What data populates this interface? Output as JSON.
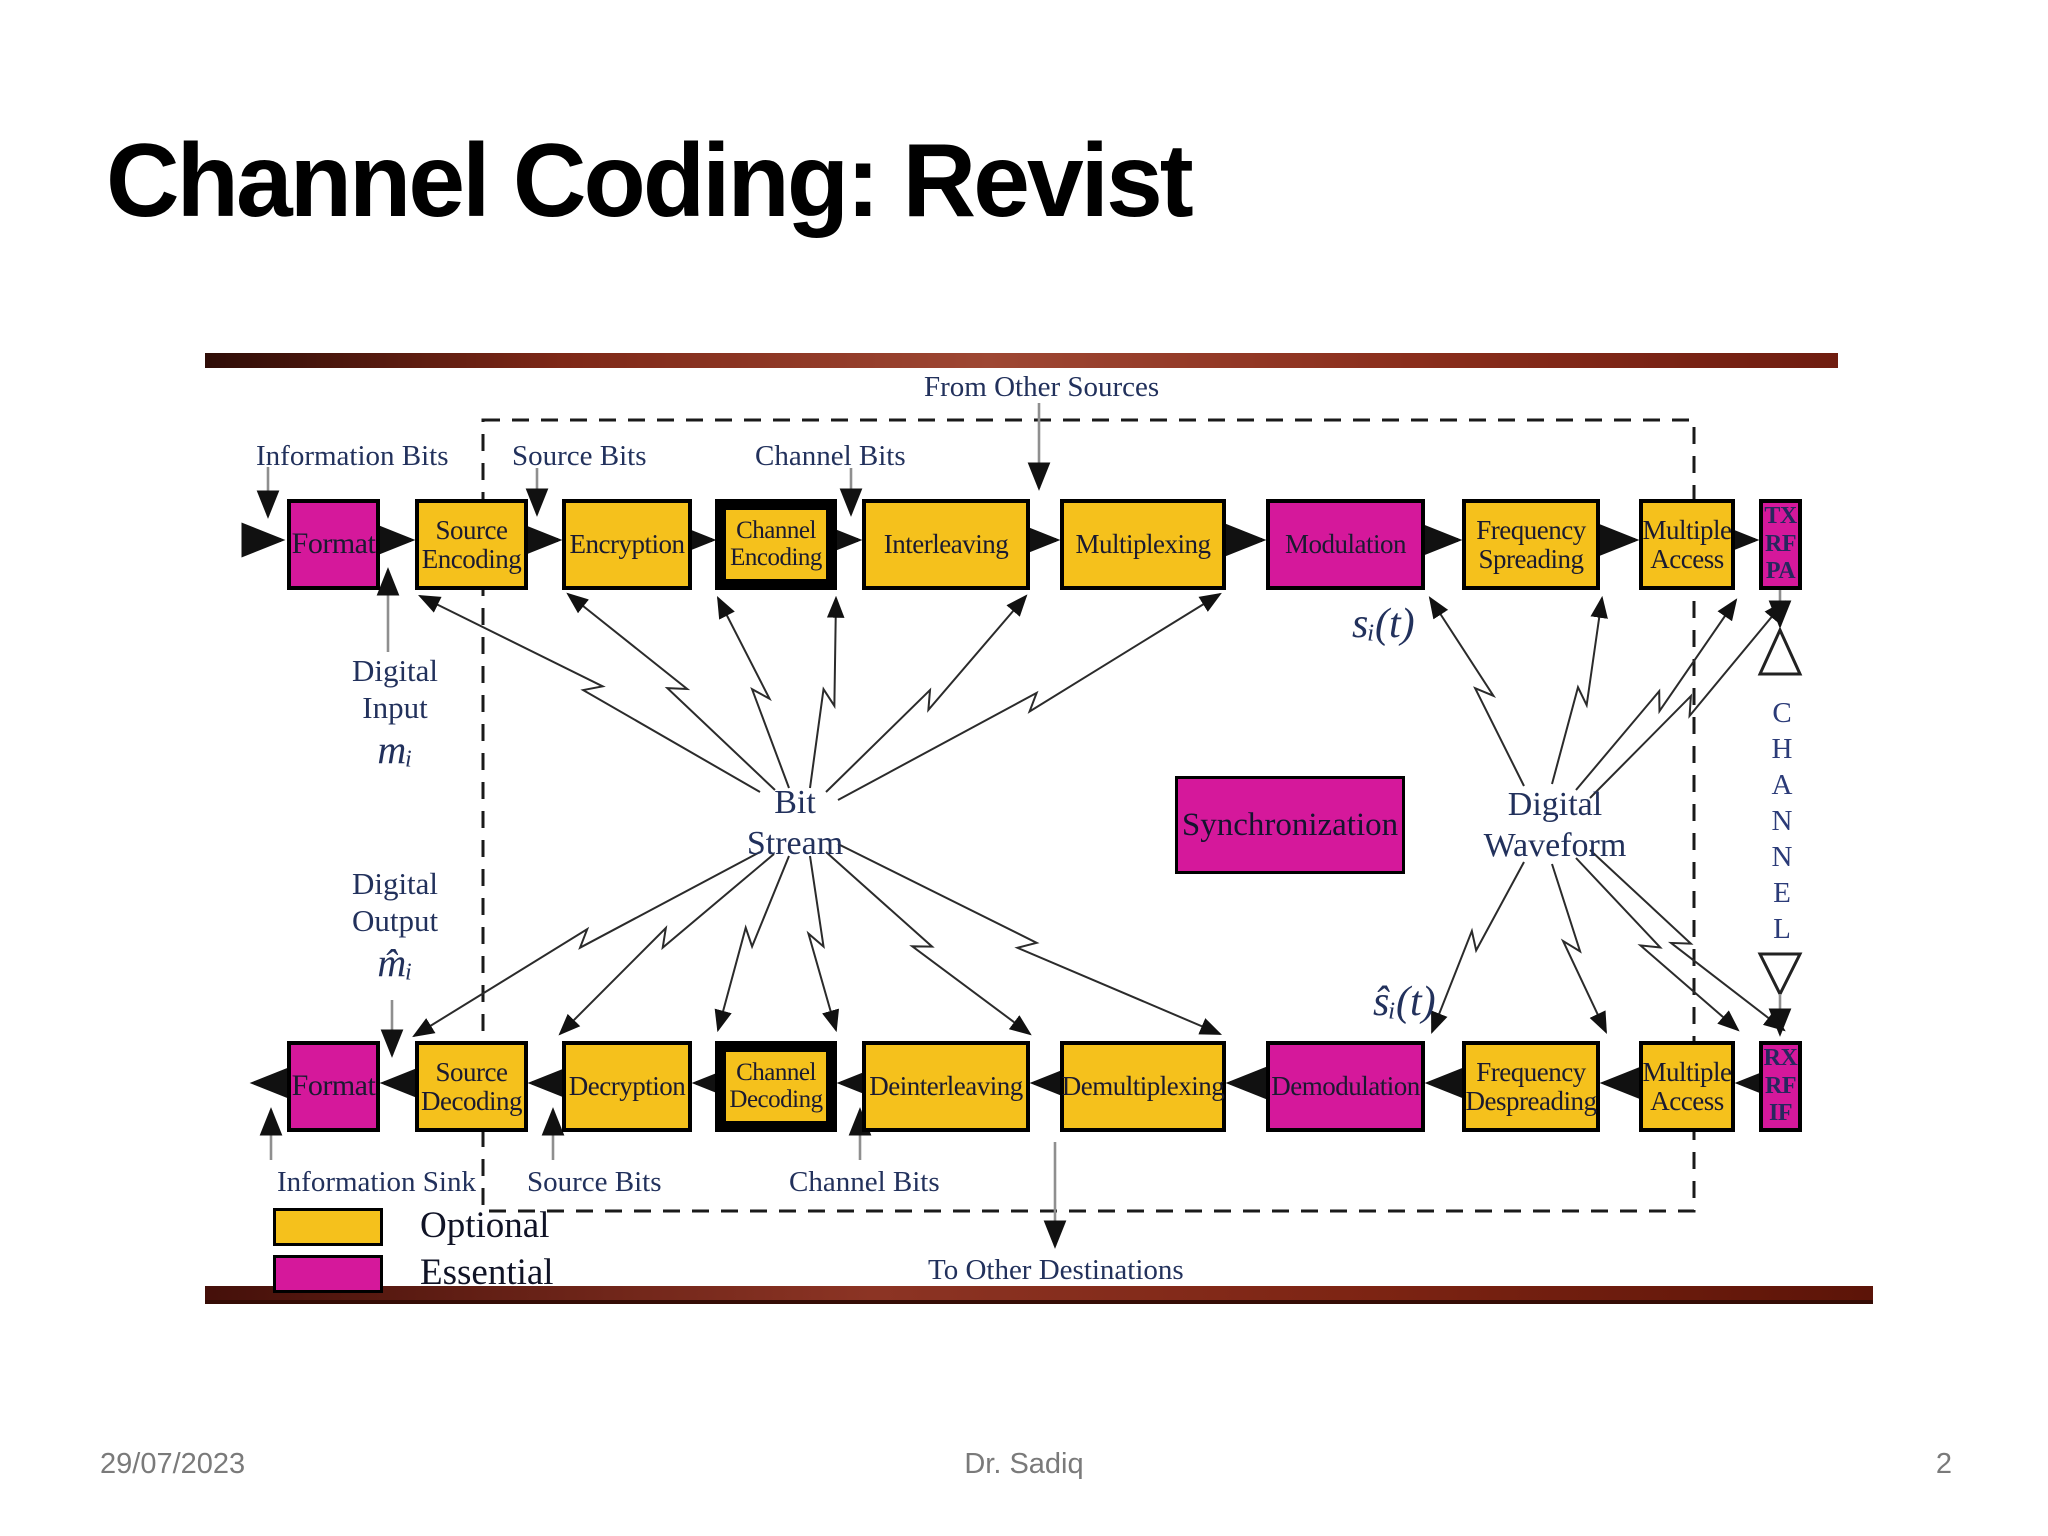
{
  "slide": {
    "title": "Channel Coding: Revist",
    "footer": {
      "date": "29/07/2023",
      "author": "Dr. Sadiq",
      "page": "2"
    }
  },
  "colors": {
    "optional_yellow": "#F5C11C",
    "essential_magenta": "#D5189B",
    "label_navy": "#22315C"
  },
  "legend": {
    "optional": "Optional",
    "essential": "Essential"
  },
  "transmit_chain": [
    "Format",
    "Source\nEncoding",
    "Encryption",
    "Channel\nEncoding",
    "Interleaving",
    "Multiplexing",
    "Modulation",
    "Frequency\nSpreading",
    "Multiple\nAccess",
    "TX\nRF\nPA"
  ],
  "receive_chain": [
    "Format",
    "Source\nDecoding",
    "Decryption",
    "Channel\nDecoding",
    "Deinterleaving",
    "Demultiplexing",
    "Demodulation",
    "Frequency\nDespreading",
    "Multiple\nAccess",
    "RX\nRF\nIF"
  ],
  "labels": {
    "from_other_sources": "From Other Sources",
    "to_other_destinations": "To Other Destinations",
    "information_bits": "Information Bits",
    "information_sink": "Information Sink",
    "source_bits_top": "Source Bits",
    "channel_bits_top": "Channel Bits",
    "source_bits_bottom": "Source Bits",
    "channel_bits_bottom": "Channel Bits",
    "digital_input": [
      "Digital",
      "Input",
      "mᵢ"
    ],
    "digital_output": [
      "Digital",
      "Output",
      "m̂ᵢ"
    ],
    "bit_stream": "Bit\nStream",
    "digital_waveform": "Digital\nWaveform",
    "synchronization": "Synchronization",
    "s_of_t": "sᵢ(t)",
    "s_hat_of_t": "ŝᵢ(t)",
    "channel_letters": [
      "C",
      "H",
      "A",
      "N",
      "N",
      "E",
      "L"
    ]
  }
}
